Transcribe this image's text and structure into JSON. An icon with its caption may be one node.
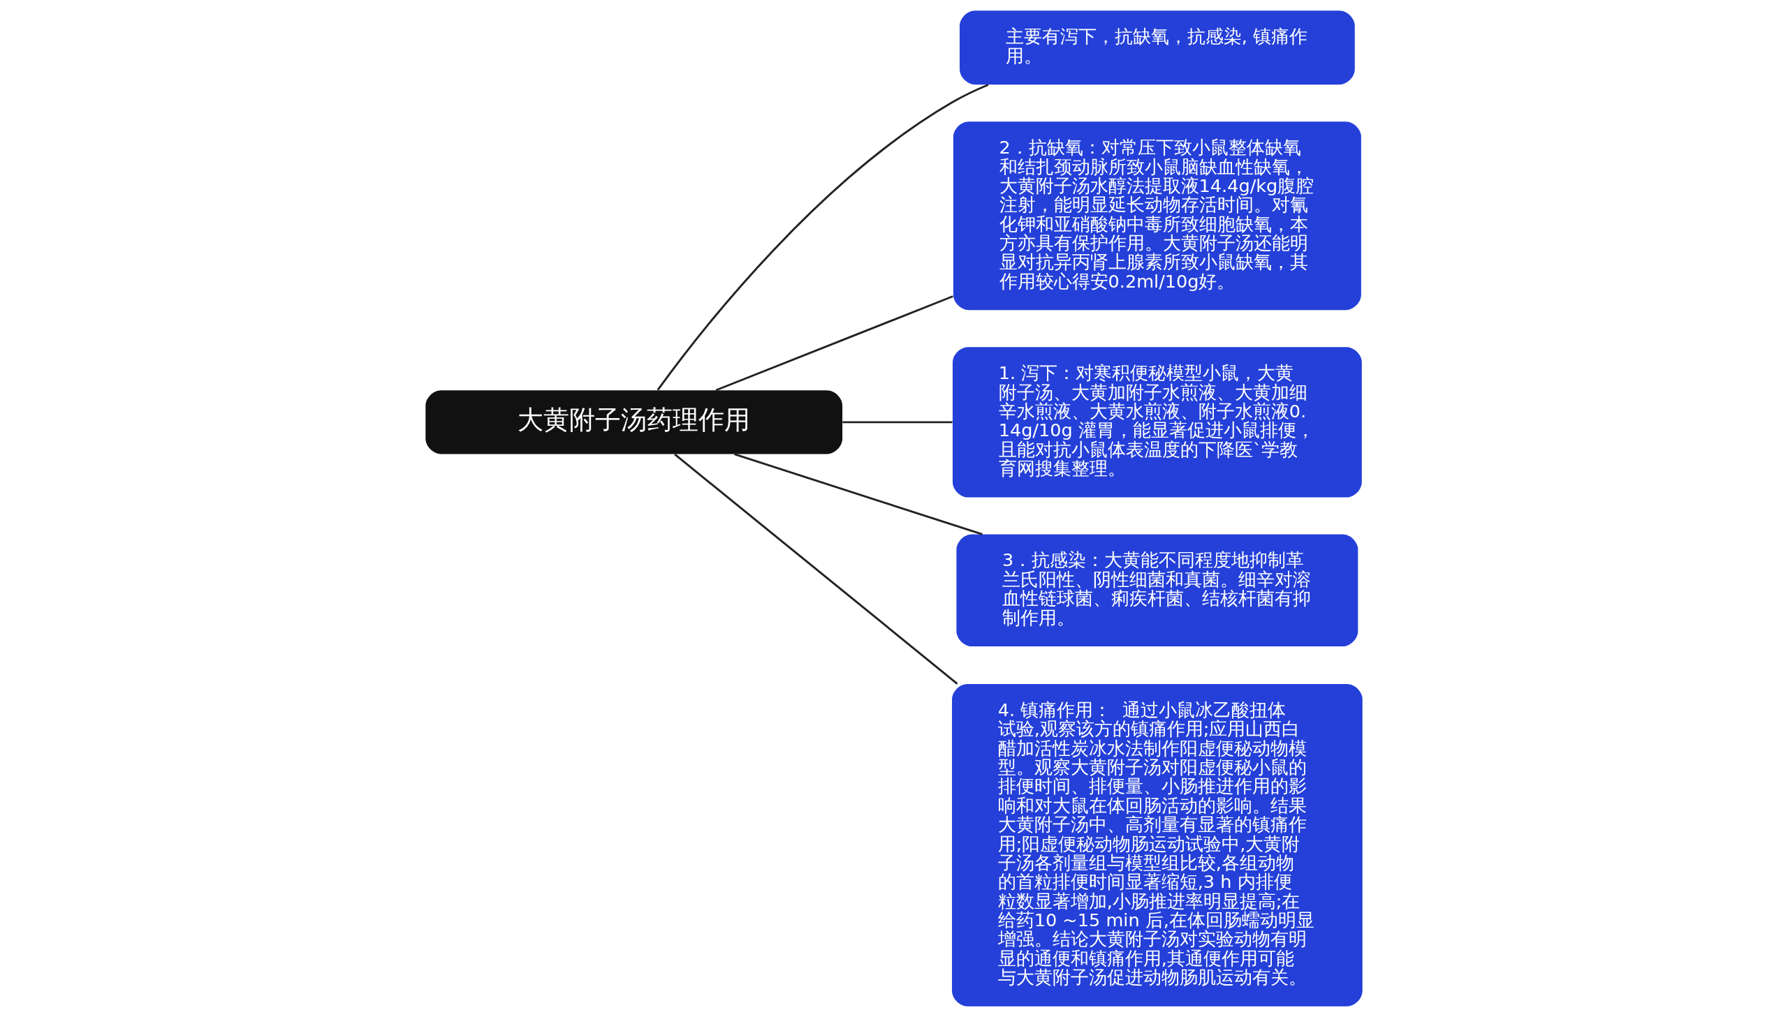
{
  "diagram": {
    "nodes": [
      {
        "text": [
          "大黄附子汤药理作用"
        ]
      },
      {
        "text": [
          "主要有泻下，抗缺氧，抗感染, 镇痛作用。"
        ]
      },
      {
        "text": [
          "2．抗缺氧：对常压下致小鼠整体缺氧和结扎颈动脉所致小鼠脑缺血性缺氧，大黄附子汤水醇法提取液14.4g/kg腹腔注射，能明显延长动物存活时间。对氰化钾和亚硝酸钠中毒所致细胞缺氧，本方亦具有保护作用。大黄附子汤还能明显对抗异丙肾上腺素所致小鼠缺氧，其作用较心得安0.2ml/10g好。"
        ]
      },
      {
        "text": [
          "1. 泻下：对寒积便秘模型小鼠，大黄附子汤、大黄加附子水煎液、大黄加细辛水煎液、大黄水煎液、附子水煎液0.14g/10g 灌胃，能显著促进小鼠排便，且能对抗小鼠体表温度的下降医`学教育网搜集整理。"
        ]
      },
      {
        "text": [
          "3．抗感染：大黄能不同程度地抑制革兰氏阳性、阴性细菌和真菌。细辛对溶血性链球菌、痢疾杆菌、结核杆菌有抑制作用。"
        ]
      },
      {
        "text": [
          "4. 镇痛作用：  通过小鼠冰乙酸扭体试验,观察该方的镇痛作用;应用山西白醋加活性炭冰水法制作阳虚便秘动物模型。观察大黄附子汤对阳虚便秘小鼠的排便时间、排便量、小肠推进作用的影响和对大鼠在体回肠活动的影响。结果大黄附子汤中、高剂量有显著的镇痛作用;阳虚便秘动物肠运动试验中,大黄附子汤各剂量组与模型组比较,各组动物的首粒排便时间显著缩短,3 h 内排便粒数显著增加,小肠推进率明显提高;在给药10 ~15 min 后,在体回肠蠕动明显增强。结论大黄附子汤对实验动物有明显的通便和镇痛作用,其通便作用可能与大黄附子汤促进动物肠肌运动有关。"
        ]
      }
    ],
    "edges": [
      {
        "from": 0,
        "to": 1,
        "arrow": "none"
      },
      {
        "from": 0,
        "to": 2,
        "arrow": "none"
      },
      {
        "from": 0,
        "to": 3,
        "arrow": "none"
      },
      {
        "from": 0,
        "to": 4,
        "arrow": "none"
      },
      {
        "from": 0,
        "to": 5,
        "arrow": "none"
      }
    ]
  }
}
